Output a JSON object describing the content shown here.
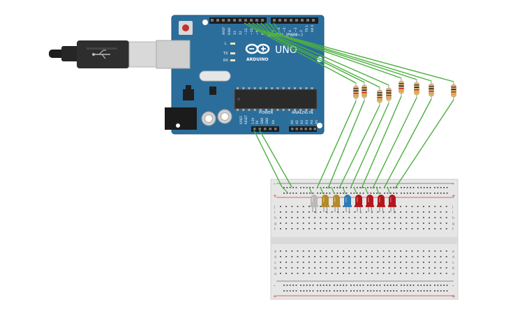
{
  "board": {
    "model": "UNO",
    "brand": "ARDUINO",
    "digital_header": "DIGITAL (PWM~)",
    "power_header": "POWER",
    "analog_header": "ANALOG IN",
    "led_labels": [
      "L",
      "TX",
      "RX"
    ],
    "left_pin_labels": [
      "AREF",
      "GND",
      "13",
      "12",
      "~11",
      "~10",
      "~9",
      "8"
    ],
    "right_pin_labels": [
      "7",
      "~6",
      "~5",
      "4",
      "~3",
      "2",
      "TX 1",
      "RX 0"
    ],
    "power_pin_labels": [
      "IOREF",
      "RESET",
      "3.3V",
      "5V",
      "GND",
      "GND",
      "Vin"
    ],
    "analog_pin_labels": [
      "A0",
      "A1",
      "A2",
      "A3",
      "A4",
      "A5"
    ]
  },
  "breadboard": {
    "plus": "+",
    "minus": "-",
    "row_letters_top": [
      "j",
      "i",
      "h",
      "g",
      "f"
    ],
    "row_letters_bottom": [
      "e",
      "d",
      "c",
      "b",
      "a"
    ]
  },
  "colors": {
    "board": "#2b6e9c",
    "wire": "#4caf3f",
    "led_white": "#b9b9b9",
    "led_yellow": "#b38a2c",
    "led_blue": "#2a7ab5",
    "led_red": "#b3161c",
    "rail_red": "#d23b3b",
    "rail_blue": "#6a6a6a"
  },
  "leds": [
    {
      "color": "led_white"
    },
    {
      "color": "led_yellow"
    },
    {
      "color": "led_yellow"
    },
    {
      "color": "led_blue"
    },
    {
      "color": "led_red"
    },
    {
      "color": "led_red"
    },
    {
      "color": "led_red"
    },
    {
      "color": "led_red"
    }
  ]
}
